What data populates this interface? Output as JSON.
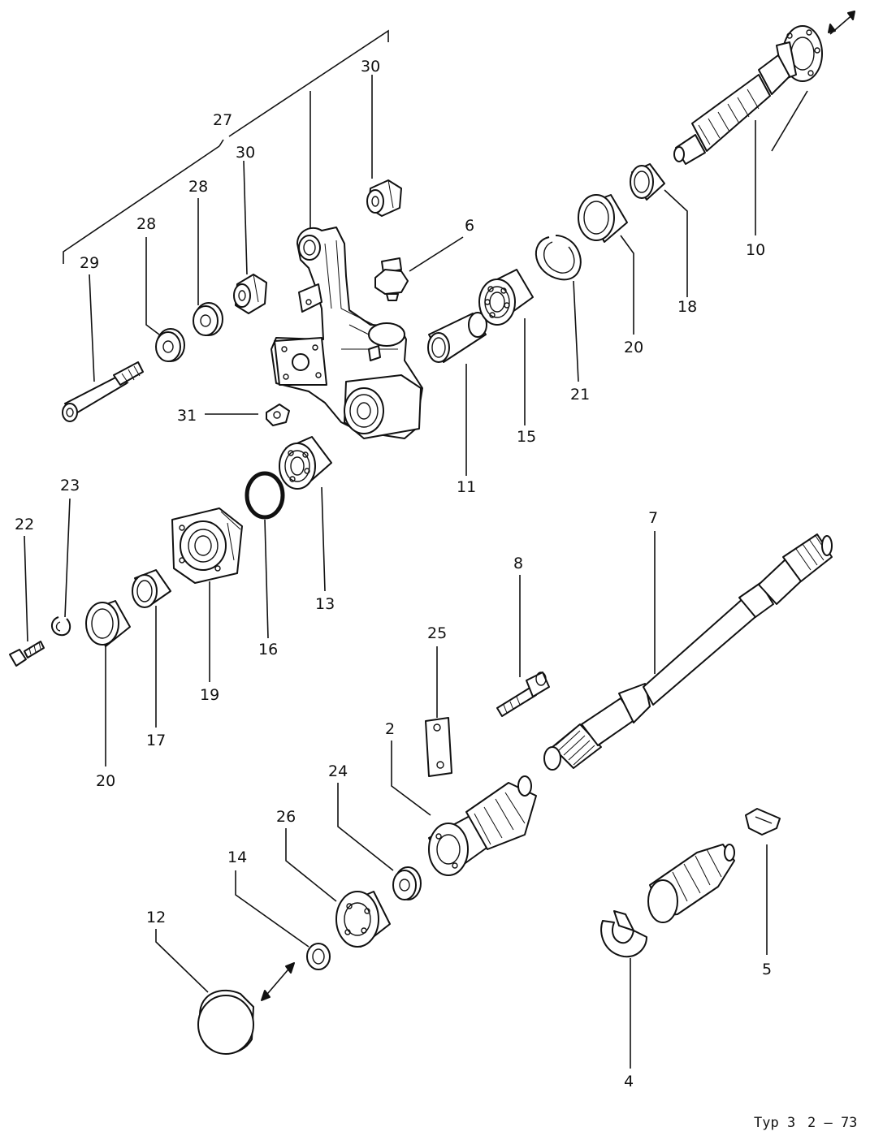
{
  "labels": {
    "l30a": "30",
    "l27": "27",
    "l30b": "30",
    "l28a": "28",
    "l28b": "28",
    "l29": "29",
    "l6": "6",
    "l31": "31",
    "l10": "10",
    "l18": "18",
    "l20a": "20",
    "l21": "21",
    "l15": "15",
    "l11": "11",
    "l13": "13",
    "l16": "16",
    "l19": "19",
    "l22": "22",
    "l23": "23",
    "l20b": "20",
    "l17": "17",
    "l7": "7",
    "l8": "8",
    "l25": "25",
    "l2": "2",
    "l24": "24",
    "l26": "26",
    "l14": "14",
    "l12": "12",
    "l5": "5",
    "l4": "4"
  },
  "footer": {
    "typ": "Typ 3",
    "code": "2 – 73"
  }
}
